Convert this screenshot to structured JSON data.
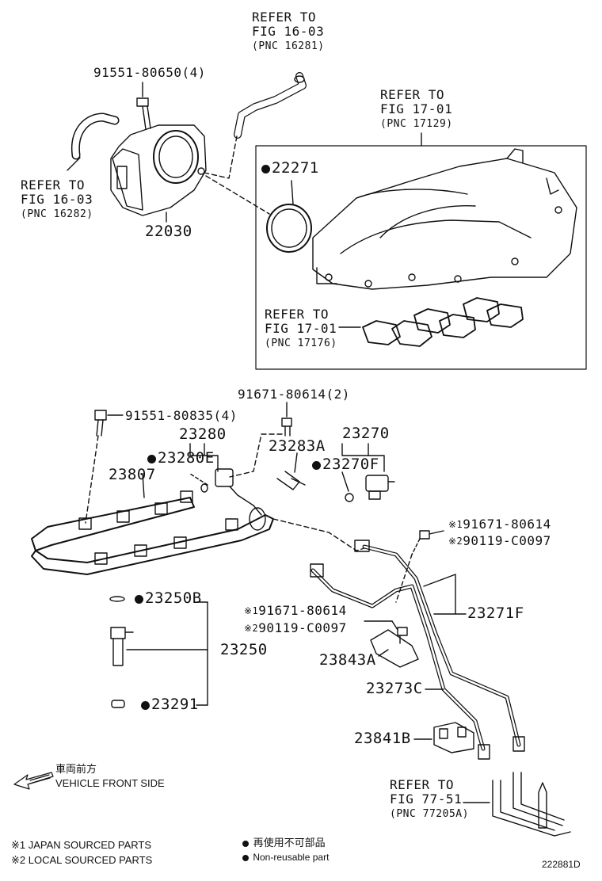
{
  "ref_fig_16_03_top": {
    "line1": "REFER TO",
    "line2": "FIG 16-03",
    "line3": "(PNC 16281)"
  },
  "ref_fig_17_01_top": {
    "line1": "REFER TO",
    "line2": "FIG 17-01",
    "line3": "(PNC 17129)"
  },
  "ref_fig_16_03_left": {
    "line1": "REFER TO",
    "line2": "FIG 16-03",
    "line3": "(PNC 16282)"
  },
  "ref_fig_17_01_gasket": {
    "line1": "REFER TO",
    "line2": "FIG 17-01",
    "line3": "(PNC 17176)"
  },
  "ref_fig_77_51": {
    "line1": "REFER TO",
    "line2": "FIG 77-51",
    "line3": "(PNC 77205A)"
  },
  "parts": {
    "p91551_80650": "91551-80650(4)",
    "p22030": "22030",
    "p22271": "22271",
    "p91671_80614_2": "91671-80614(2)",
    "p91551_80835": "91551-80835(4)",
    "p23280": "23280",
    "p23280e": "23280E",
    "p23807": "23807",
    "p23283a": "23283A",
    "p23270": "23270",
    "p23270f": "23270F",
    "p91671_80614_a": "91671-80614",
    "p90119_c0097_a": "90119-C0097",
    "p23250b": "23250B",
    "p91671_80614_b": "91671-80614",
    "p90119_c0097_b": "90119-C0097",
    "p23271f": "23271F",
    "p23250": "23250",
    "p23843a": "23843A",
    "p23273c": "23273C",
    "p23291": "23291",
    "p23841b": "23841B"
  },
  "markers": {
    "kome1": "※1",
    "kome2": "※2"
  },
  "direction": {
    "jp": "車両前方",
    "en": "VEHICLE FRONT SIDE"
  },
  "legend": {
    "kome1_text": "※1 JAPAN SOURCED PARTS",
    "kome2_text": "※2 LOCAL SOURCED PARTS",
    "nonreuse_jp": "再使用不可部品",
    "nonreuse_en": "Non-reusable part"
  },
  "diagram_id": "222881D"
}
